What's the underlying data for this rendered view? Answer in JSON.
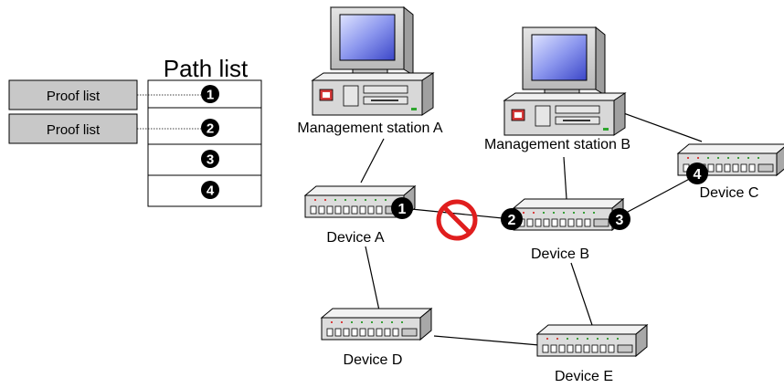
{
  "path_list": {
    "title": "Path list",
    "rows": [
      "1",
      "2",
      "3",
      "4"
    ]
  },
  "proof_list": {
    "items": [
      "Proof list",
      "Proof list"
    ]
  },
  "stations": {
    "a": "Management station A",
    "b": "Management station B"
  },
  "devices": {
    "a": "Device A",
    "b": "Device B",
    "c": "Device C",
    "d": "Device D",
    "e": "Device E"
  },
  "markers": {
    "m1": "1",
    "m2": "2",
    "m3": "3",
    "m4": "4"
  },
  "icons": {
    "computer": "computer-icon",
    "switch": "switch-icon",
    "blocked": "no-entry-icon"
  }
}
